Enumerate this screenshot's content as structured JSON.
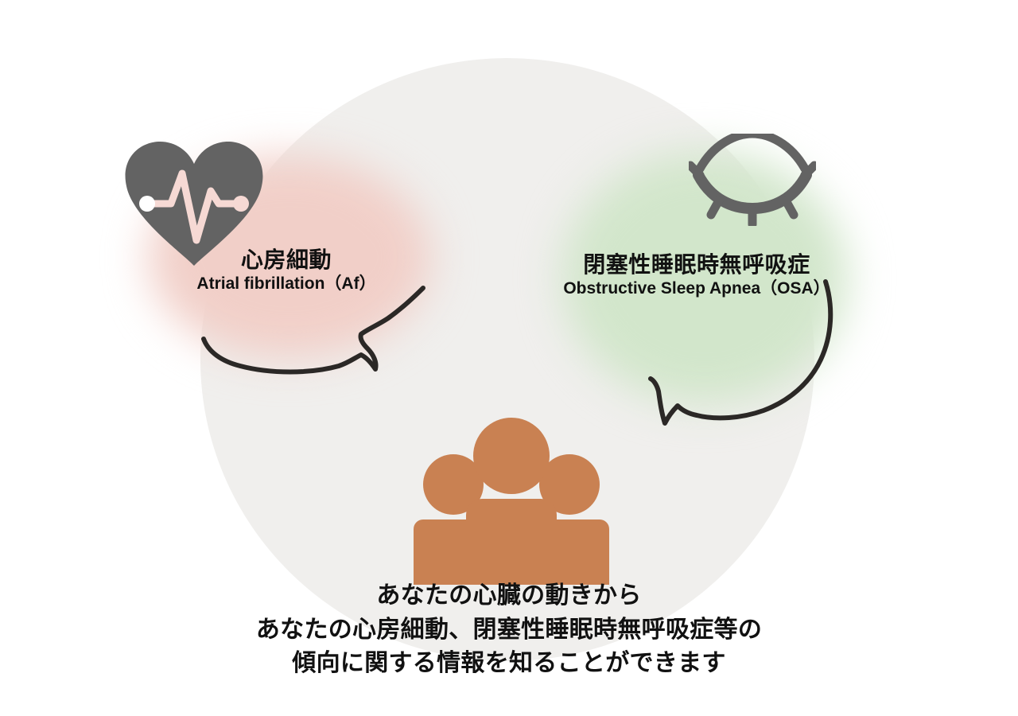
{
  "colors": {
    "background": "#ffffff",
    "circle": "#f0efed",
    "blob_pink": "#f1cfc8",
    "blob_green": "#d2e6cb",
    "icon_gray": "#636363",
    "ecg_line": "#f6d9d4",
    "people_orange": "#c98152",
    "outline": "#2b2826",
    "text": "#111111"
  },
  "bubbles": [
    {
      "id": "atrial-fibrillation",
      "icon": "heart-pulse-icon",
      "jp": "心房細動",
      "en": "Atrial fibrillation（Af）",
      "accent": "#f1cfc8"
    },
    {
      "id": "obstructive-sleep-apnea",
      "icon": "closed-eye-icon",
      "jp": "閉塞性睡眠時無呼吸症",
      "en": "Obstructive Sleep Apnea（OSA）",
      "accent": "#d2e6cb"
    }
  ],
  "center_icon": {
    "name": "people-group-icon",
    "color": "#c98152"
  },
  "caption": {
    "lines": [
      "あなたの心臓の動きから",
      "あなたの心房細動、閉塞性睡眠時無呼吸症等の",
      "傾向に関する情報を知ることができます"
    ]
  }
}
